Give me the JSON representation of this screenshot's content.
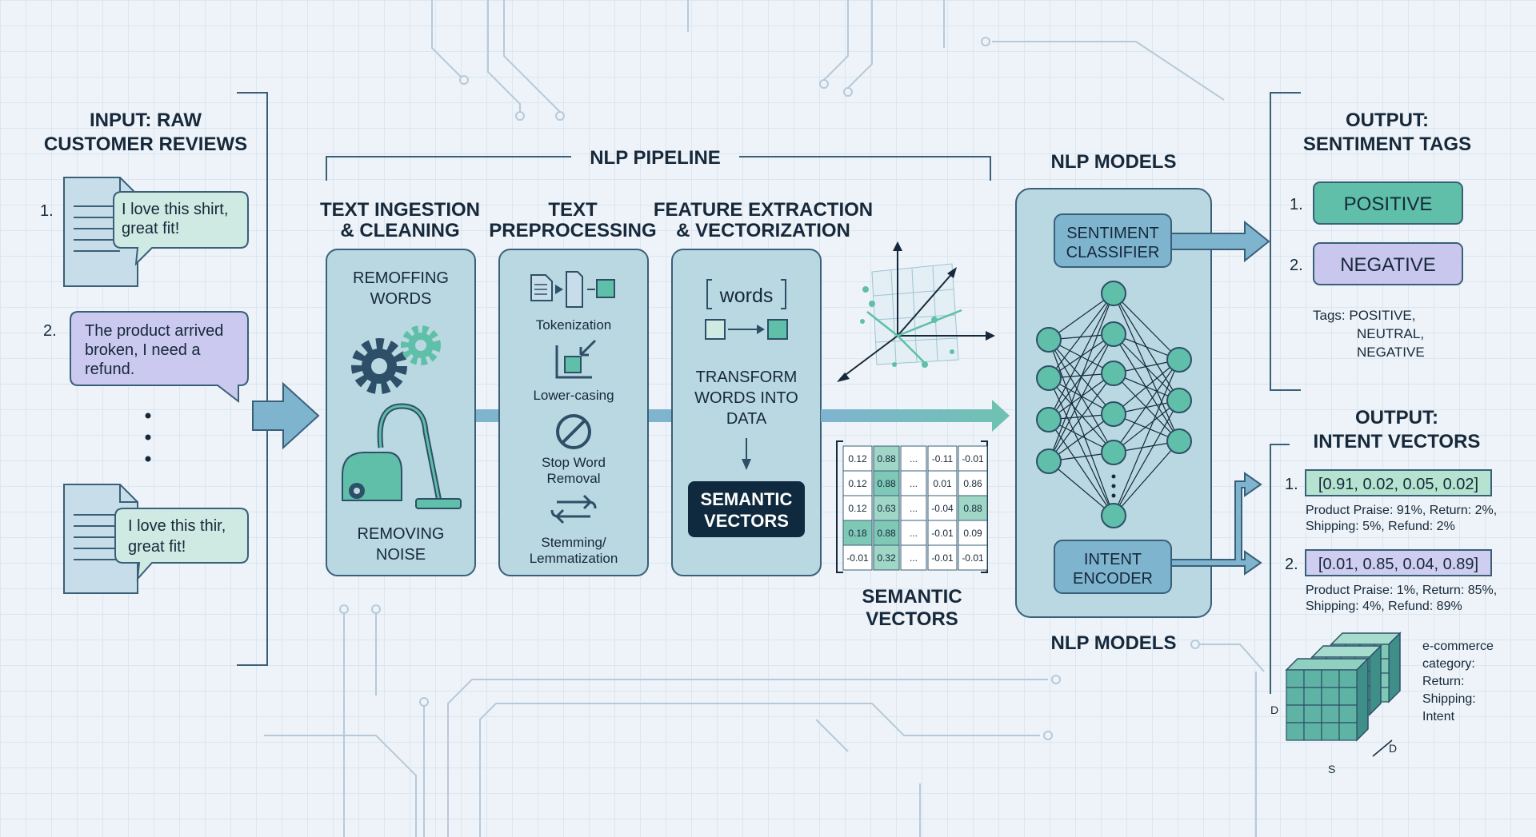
{
  "input": {
    "title_lines": [
      "INPUT: RAW",
      "CUSTOMER REVIEWS"
    ],
    "reviews": [
      {
        "number": "1.",
        "lines": [
          "I love this shirt,",
          "great fit!"
        ]
      },
      {
        "number": "2.",
        "lines": [
          "The product arrived",
          "broken, I need a",
          "refund."
        ]
      },
      {
        "number": "",
        "lines": [
          "I love this thir,",
          "great fit!"
        ]
      }
    ]
  },
  "pipeline": {
    "title": "NLP PIPELINE",
    "stages": [
      {
        "title_lines": [
          "TEXT INGESTION",
          "& CLEANING"
        ],
        "top_lines": [
          "REMOFFING",
          "WORDS"
        ],
        "bottom_lines": [
          "REMOVING",
          "NOISE"
        ]
      },
      {
        "title_lines": [
          "TEXT",
          "PREPROCESSING"
        ],
        "steps": [
          {
            "lines": [
              "Tokenization"
            ],
            "icon": "document-to-token-icon"
          },
          {
            "lines": [
              "Lower-casing"
            ],
            "icon": "lowercase-arrow-icon"
          },
          {
            "lines": [
              "Stop Word",
              "Removal"
            ],
            "icon": "prohibited-icon"
          },
          {
            "lines": [
              "Stemming/",
              "Lemmatization"
            ],
            "icon": "swap-arrows-icon"
          }
        ]
      },
      {
        "title_lines": [
          "FEATURE EXTRACTION",
          "& VECTORIZATION"
        ],
        "bracket_word": "words",
        "transform_lines": [
          "TRANSFORM",
          "WORDS INTO",
          "DATA"
        ],
        "button_lines": [
          "SEMANTIC",
          "VECTORS"
        ]
      }
    ]
  },
  "vectors": {
    "matrix": [
      [
        "0.12",
        "0.88",
        "...",
        "-0.11",
        "-0.01"
      ],
      [
        "0.12",
        "0.88",
        "...",
        "0.01",
        "0.86"
      ],
      [
        "0.12",
        "0.63",
        "...",
        "-0.04",
        "0.88"
      ],
      [
        "0.18",
        "0.88",
        "...",
        "-0.01",
        "0.09"
      ],
      [
        "-0.01",
        "0.32",
        "...",
        "-0.01",
        "-0.01"
      ]
    ],
    "label_lines": [
      "SEMANTIC",
      "VECTORS"
    ]
  },
  "models": {
    "title_top": "NLP MODELS",
    "title_bottom": "NLP MODELS",
    "classifier_lines": [
      "SENTIMENT",
      "CLASSIFIER"
    ],
    "encoder_lines": [
      "INTENT",
      "ENCODER"
    ]
  },
  "sentiment_output": {
    "title_lines": [
      "OUTPUT:",
      "SENTIMENT TAGS"
    ],
    "tags": [
      {
        "number": "1.",
        "label": "POSITIVE",
        "color": "#5fbfa8"
      },
      {
        "number": "2.",
        "label": "NEGATIVE",
        "color": "#c9c7ee"
      }
    ],
    "tags_note_lines": [
      "Tags: POSITIVE,",
      "NEUTRAL,",
      "NEGATIVE"
    ]
  },
  "intent_output": {
    "title_lines": [
      "OUTPUT:",
      "INTENT VECTORS"
    ],
    "vectors": [
      {
        "number": "1.",
        "value": "[0.91, 0.02, 0.05, 0.02]",
        "desc_lines": [
          "Product Praise: 91%, Return: 2%,",
          "Shipping: 5%, Refund: 2%"
        ],
        "color": "#b5e3cf"
      },
      {
        "number": "2.",
        "value": "[0.01, 0.85, 0.04, 0.89]",
        "desc_lines": [
          "Product Praise: 1%, Return: 85%,",
          "Shipping: 4%, Refund: 89%"
        ],
        "color": "#cfcdf0"
      }
    ],
    "cube_labels": [
      "e-commerce",
      "category:",
      "Return:",
      "Shipping:",
      "Intent"
    ],
    "cube_axes": {
      "left": "D",
      "right": "D",
      "bottom": "S"
    }
  },
  "colors": {
    "panel": "#b9d8e2",
    "panel_stroke": "#3a5f78",
    "teal": "#5fbfa8",
    "arrow": "#7fb4cf",
    "dark_button": "#0f2a3e"
  }
}
